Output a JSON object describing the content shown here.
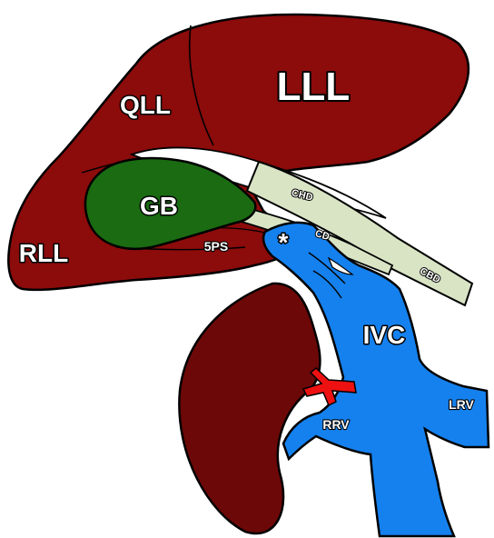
{
  "labels": {
    "lll": "LLL",
    "qll": "QLL",
    "gb": "GB",
    "rll": "RLL",
    "ps": "5PS",
    "chd": "CHD",
    "cd": "CD",
    "cbd": "CBD",
    "ivc": "IVC",
    "rrv": "RRV",
    "lrv": "LRV",
    "asterisk": "*"
  },
  "colors": {
    "liver": "#8c0b0b",
    "kidney": "#6d0808",
    "gallbladder": "#1a6b12",
    "ducts": "#d8e4c4",
    "ivc": "#1581ee",
    "artery": "#ee1111",
    "outline": "#000000"
  }
}
